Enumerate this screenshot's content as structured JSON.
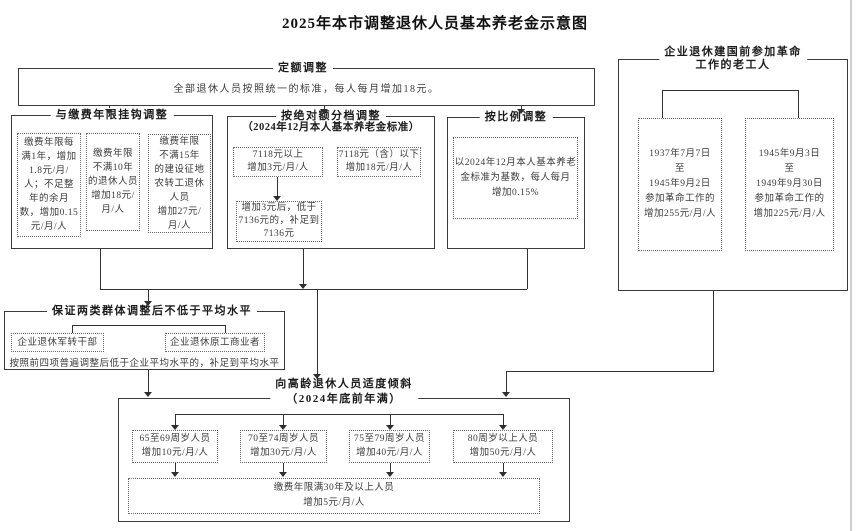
{
  "title": "2025年本市调整退休人员基本养老金示意图",
  "colors": {
    "line": "#333333",
    "text": "#3b3b3b",
    "dotted_border": "#6b6b6b",
    "edge_line": "#cfcfcf",
    "background": "#ffffff"
  },
  "flat": {
    "label": "定额调整",
    "text": "全部退休人员按照统一的标准，每人每月增加18元。"
  },
  "years": {
    "label": "与缴费年限挂钩调整",
    "box1": "缴费年限每\n满1年，增加\n1.8元/月/\n人；不足整\n年的余月\n数，增加0.15\n元/月/人",
    "box2": "缴费年限\n不满10年\n的退休人员\n增加18元/\n月/人",
    "box3": "缴费年限\n不满15年\n的建设征地\n农转工退休\n人员\n增加27元/\n月/人"
  },
  "tiers": {
    "label": "按绝对额分档调整",
    "sublabel": "（2024年12月本人基本养老金标准）",
    "above": "7118元以上\n增加3元/月/人",
    "below": "7118元（含）以下\n增加18元/月/人",
    "topup": "增加3元后，低于\n7136元的，补足到\n7136元"
  },
  "ratio": {
    "label": "按比例调整",
    "text": "以2024年12月本人基本养老\n金标准为基数，每人每月\n增加0.15%"
  },
  "veteran": {
    "label": "企业退休建国前参加革命\n工作的老工人",
    "box1": "1937年7月7日\n至\n1945年9月2日\n参加革命工作的\n增加255元/月/人",
    "box2": "1945年9月3日\n至\n1949年9月30日\n参加革命工作的\n增加225元/月/人"
  },
  "guarantee": {
    "label": "保证两类群体调整后不低于平均水平",
    "group1": "企业退休军转干部",
    "group2": "企业退休原工商业者",
    "note": "按照前四项普遍调整后低于企业平均水平的，补足到平均水平"
  },
  "elderly": {
    "label": "向高龄退休人员适度倾斜\n（2024年底前年满）",
    "age1": "65至69周岁人员\n增加10元/月/人",
    "age2": "70至74周岁人员\n增加30元/月/人",
    "age3": "75至79周岁人员\n增加40元/月/人",
    "age4": "80周岁以上人员\n增加50元/月/人",
    "bottom": "缴费年限满30年及以上人员\n增加5元/月/人"
  }
}
